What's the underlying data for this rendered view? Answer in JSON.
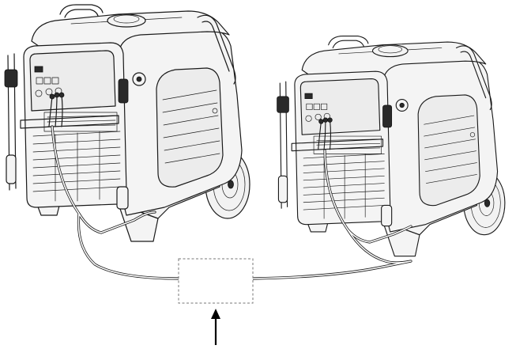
{
  "figure": {
    "description_items": [
      {
        "id": "generator_left",
        "kind": "inverter generator"
      },
      {
        "id": "generator_right",
        "kind": "inverter generator"
      },
      {
        "id": "parallel_connection_box",
        "kind": "dashed placeholder box"
      },
      {
        "id": "callout_arrow",
        "kind": "arrow pointing up"
      }
    ],
    "colors": {
      "line": "#1a1a1a",
      "fill": "#f4f4f4",
      "dashed": "#777777",
      "arrow": "#000000"
    }
  }
}
